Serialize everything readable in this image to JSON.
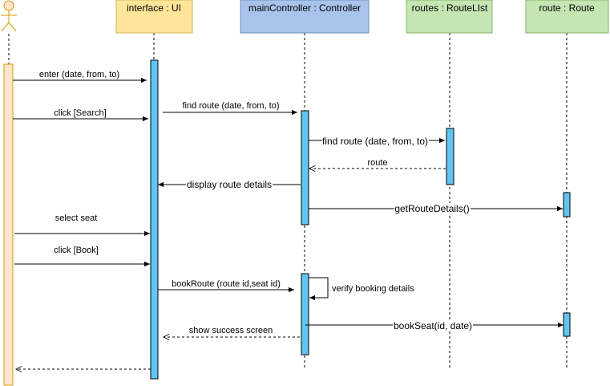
{
  "participants": {
    "ui": {
      "label": "interface : UI",
      "fill": "#FFE599",
      "stroke": "#D6B656"
    },
    "controller": {
      "label": "mainController : Controller",
      "fill": "#A9C4EB",
      "stroke": "#6C8EBF"
    },
    "routes": {
      "label": "routes : RouteLIst",
      "fill": "#C5E5B3",
      "stroke": "#82B366"
    },
    "route": {
      "label": "route : Route",
      "fill": "#C5E5B3",
      "stroke": "#82B366"
    }
  },
  "colors": {
    "activation_fill": "#60C5F1",
    "actor_activation_fill": "#FFE6CC",
    "actor_stroke": "#D79B00"
  },
  "messages": {
    "m1": "enter (date, from, to)",
    "m2": "click [Search]",
    "m3": "find route (date, from, to)",
    "m4": "find route (date, from, to)",
    "m5": "route",
    "m6": "display route details",
    "m7": "getRouteDetails()",
    "m8": "select seat",
    "m9": "click [Book]",
    "m10": "bookRoute (route id,seat id)",
    "m11": "verify booking details",
    "m12": "bookSeat(id, date)",
    "m13": "show success screen"
  }
}
